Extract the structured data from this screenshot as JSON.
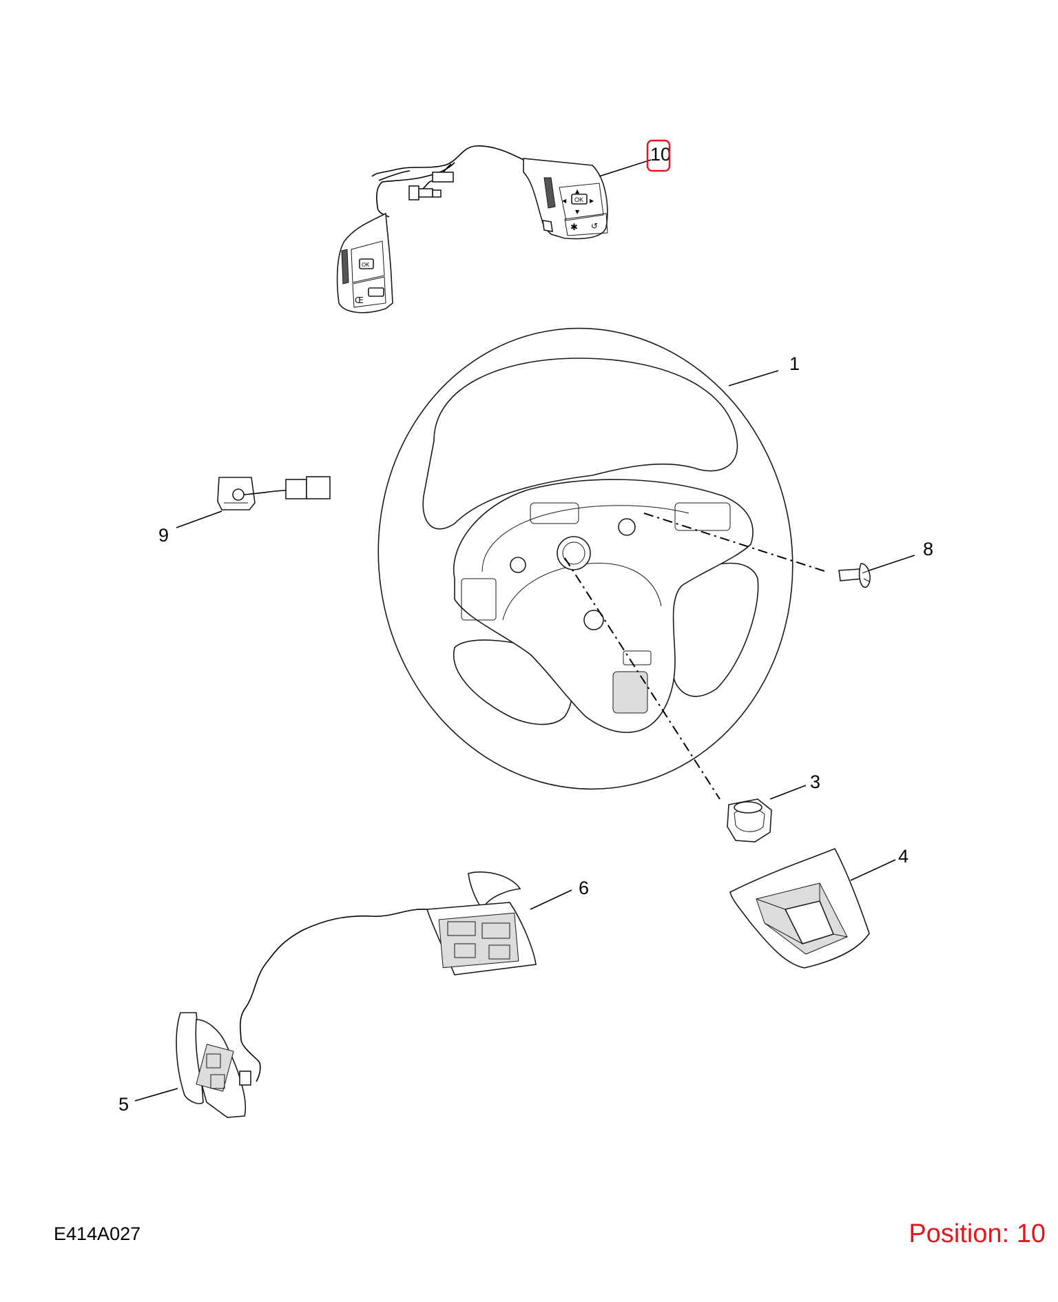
{
  "callouts": [
    {
      "id": "1",
      "label": "1"
    },
    {
      "id": "3",
      "label": "3"
    },
    {
      "id": "4",
      "label": "4"
    },
    {
      "id": "5",
      "label": "5"
    },
    {
      "id": "6",
      "label": "6"
    },
    {
      "id": "8",
      "label": "8"
    },
    {
      "id": "9",
      "label": "9"
    },
    {
      "id": "10",
      "label": "10"
    }
  ],
  "highlighted_callout": "10",
  "highlight_color": "#e8141b",
  "drawing_code": "E414A027",
  "position_label": "Position: 10",
  "button_legends": {
    "right_ok": "OK",
    "right_up": "▲",
    "right_left": "◀",
    "right_right": "▶",
    "right_down": "▼",
    "left_ok": "OK",
    "left_mode": "Œ"
  }
}
